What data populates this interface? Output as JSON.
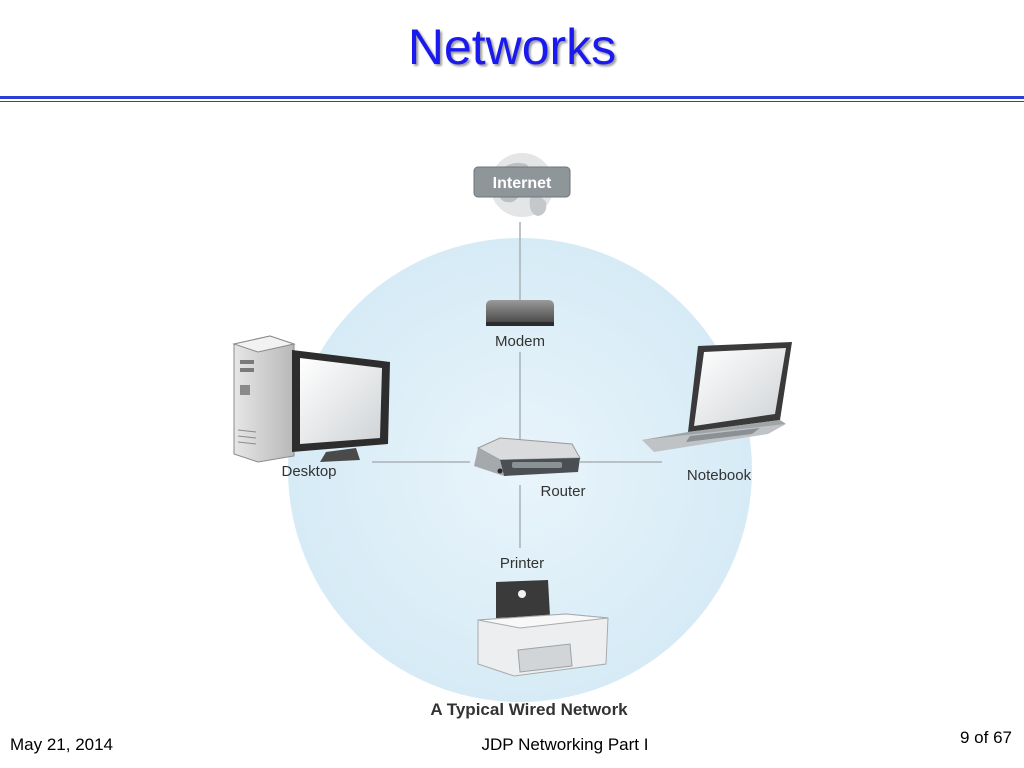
{
  "slide": {
    "title": "Networks"
  },
  "diagram": {
    "nodes": {
      "internet": "Internet",
      "modem": "Modem",
      "desktop": "Desktop",
      "router": "Router",
      "notebook": "Notebook",
      "printer": "Printer"
    },
    "caption": "A Typical Wired Network",
    "background_color": "#d6ebf6"
  },
  "footer": {
    "date": "May 21, 2014",
    "center": "JDP Networking Part I",
    "page": "9 of 67"
  }
}
